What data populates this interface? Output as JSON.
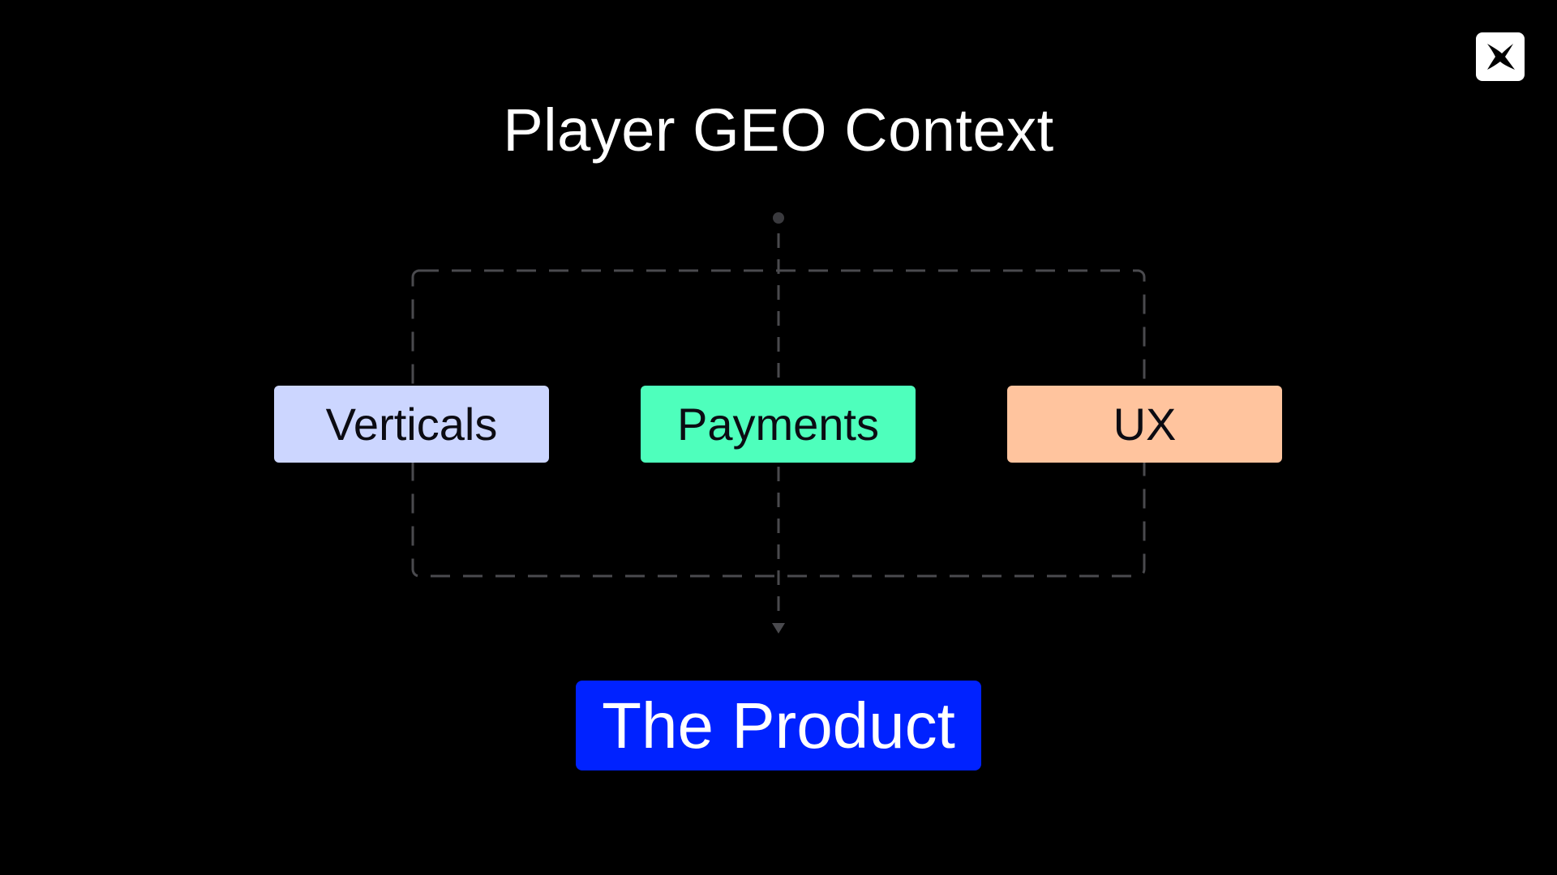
{
  "title": "Player GEO Context",
  "logo": {
    "icon": "four-point-star-icon"
  },
  "categories": [
    {
      "label": "Verticals",
      "color": "#ccd6ff"
    },
    {
      "label": "Payments",
      "color": "#4effbc"
    },
    {
      "label": "UX",
      "color": "#ffc49e"
    }
  ],
  "result": {
    "label": "The Product",
    "color": "#0022ff"
  }
}
